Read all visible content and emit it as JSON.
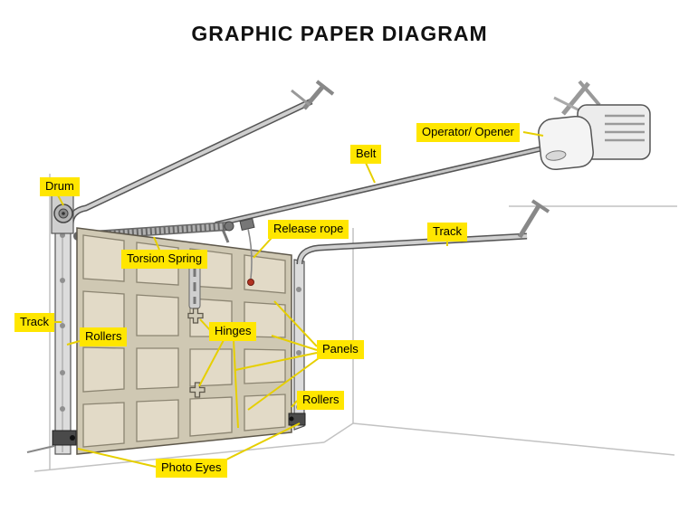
{
  "title": "GRAPHIC PAPER DIAGRAM",
  "labels": {
    "drum": "Drum",
    "operator_opener": "Operator/ Opener",
    "belt": "Belt",
    "release_rope": "Release rope",
    "track_right": "Track",
    "torsion_spring": "Torsion Spring",
    "track_left": "Track",
    "rollers_left": "Rollers",
    "hinges": "Hinges",
    "panels": "Panels",
    "rollers_right": "Rollers",
    "photo_eyes": "Photo Eyes"
  },
  "colors": {
    "label_background": "#ffe600",
    "leader_line": "#e6cf00",
    "panel_fill": "#e2dac7",
    "door_frame": "#cfc8b3",
    "metal": "#c9c9c9",
    "outline": "#4d4d4d",
    "release_handle": "#b23222",
    "background": "#ffffff",
    "title_text": "#111111"
  }
}
